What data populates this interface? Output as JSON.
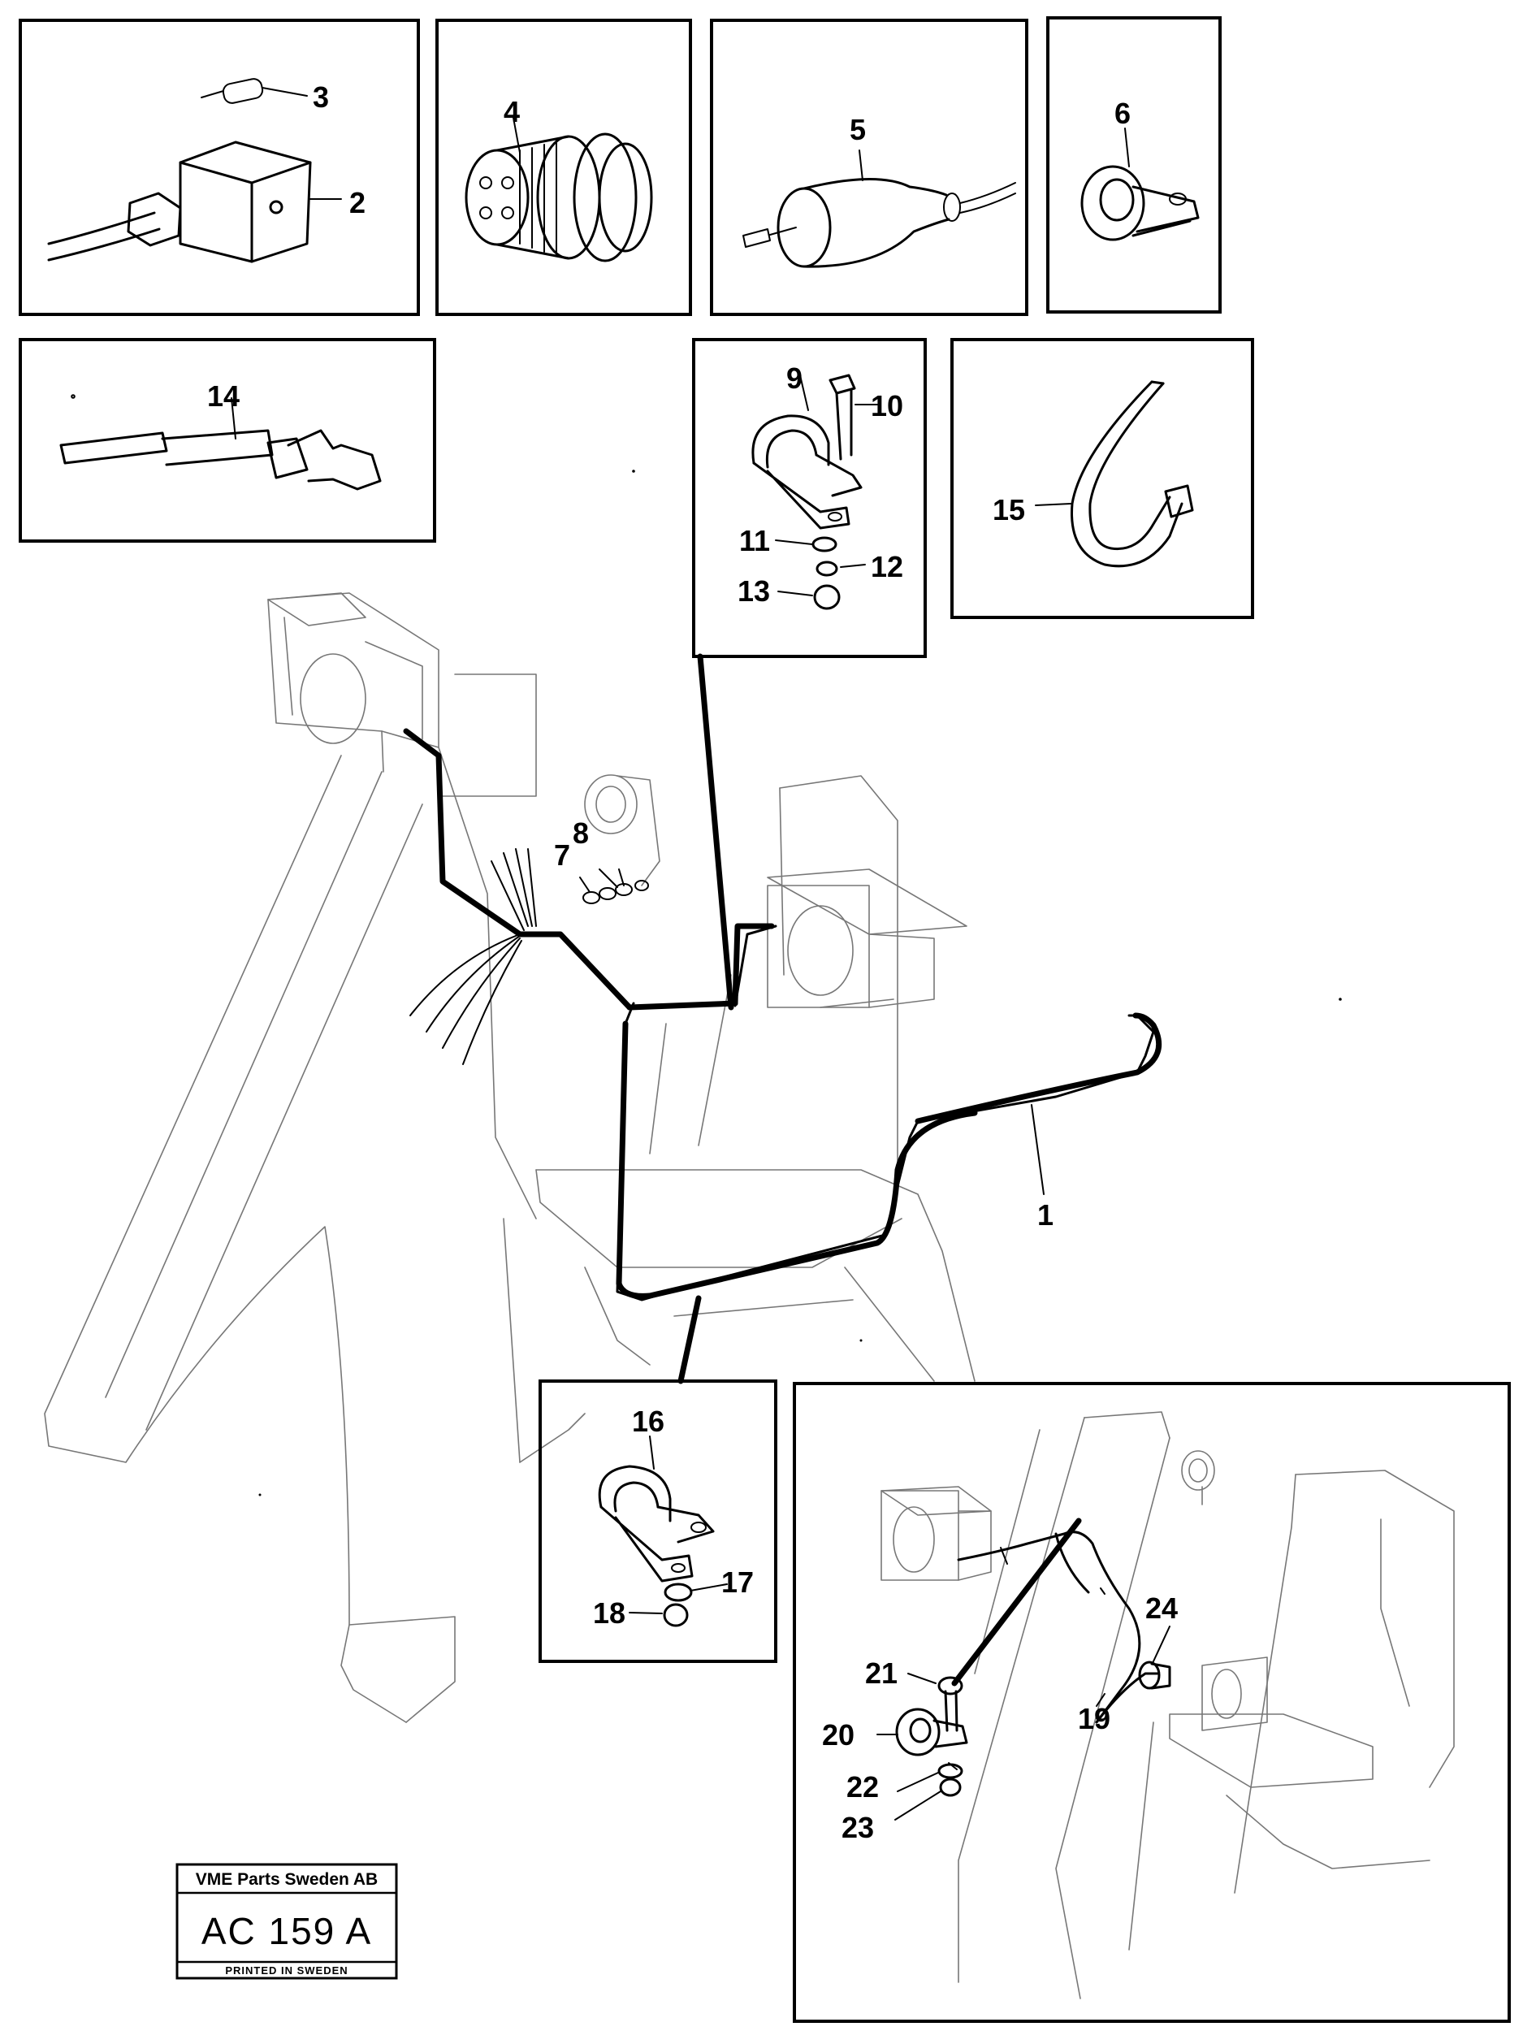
{
  "title_block": {
    "company": "VME Parts Sweden AB",
    "code": "AC 159 A",
    "footer": "PRINTED IN SWEDEN"
  },
  "callouts": {
    "c1": "1",
    "c2": "2",
    "c3": "3",
    "c4": "4",
    "c5": "5",
    "c6": "6",
    "c7": "7",
    "c8": "8",
    "c9": "9",
    "c10": "10",
    "c11": "11",
    "c12": "12",
    "c13": "13",
    "c14": "14",
    "c15": "15",
    "c16": "16",
    "c17": "17",
    "c18": "18",
    "c19": "19",
    "c20": "20",
    "c21": "21",
    "c22": "22",
    "c23": "23",
    "c24": "24"
  }
}
